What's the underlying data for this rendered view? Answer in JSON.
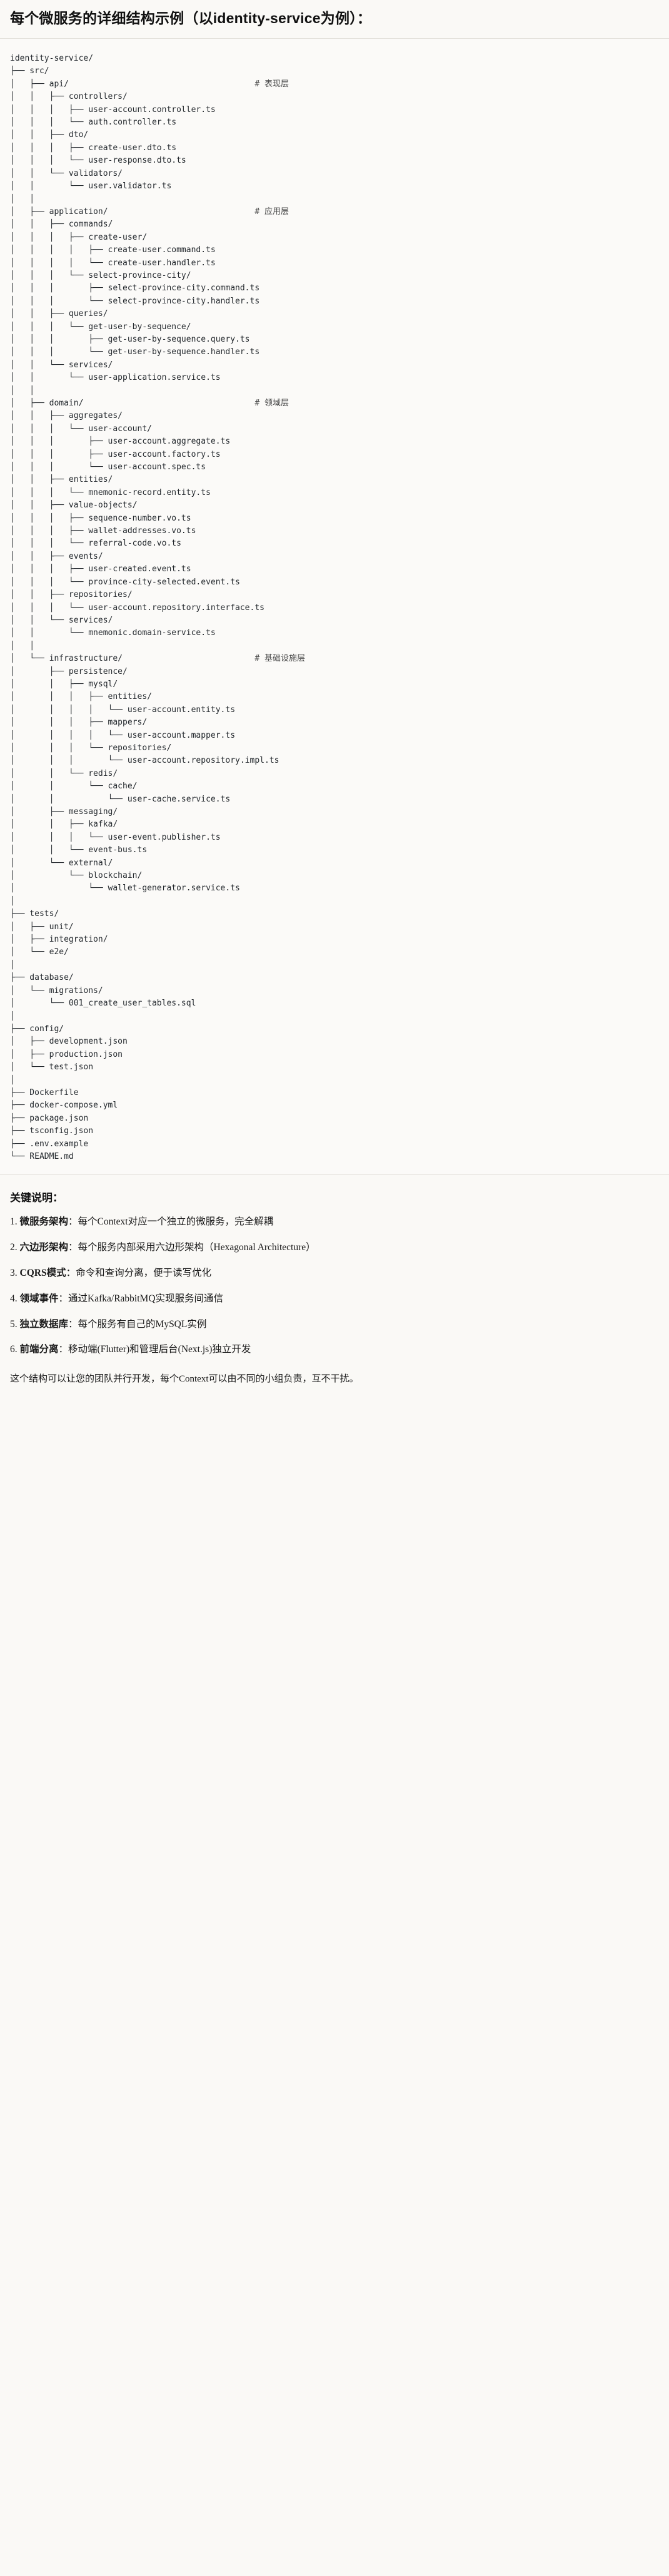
{
  "heading": "每个微服务的详细结构示例（以identity-service为例）：",
  "tree": {
    "root": "identity-service/",
    "comments": {
      "api": "# 表现层",
      "application": "# 应用层",
      "domain": "# 领域层",
      "infrastructure": "# 基础设施层"
    },
    "lines": [
      {
        "prefix": "",
        "name": "identity-service/",
        "comment": ""
      },
      {
        "prefix": "├── ",
        "name": "src/",
        "comment": ""
      },
      {
        "prefix": "│   ├── ",
        "name": "api/",
        "comment": "# 表现层"
      },
      {
        "prefix": "│   │   ├── ",
        "name": "controllers/",
        "comment": ""
      },
      {
        "prefix": "│   │   │   ├── ",
        "name": "user-account.controller.ts",
        "comment": ""
      },
      {
        "prefix": "│   │   │   └── ",
        "name": "auth.controller.ts",
        "comment": ""
      },
      {
        "prefix": "│   │   ├── ",
        "name": "dto/",
        "comment": ""
      },
      {
        "prefix": "│   │   │   ├── ",
        "name": "create-user.dto.ts",
        "comment": ""
      },
      {
        "prefix": "│   │   │   └── ",
        "name": "user-response.dto.ts",
        "comment": ""
      },
      {
        "prefix": "│   │   └── ",
        "name": "validators/",
        "comment": ""
      },
      {
        "prefix": "│   │       └── ",
        "name": "user.validator.ts",
        "comment": ""
      },
      {
        "prefix": "│   │",
        "name": "",
        "comment": ""
      },
      {
        "prefix": "│   ├── ",
        "name": "application/",
        "comment": "# 应用层"
      },
      {
        "prefix": "│   │   ├── ",
        "name": "commands/",
        "comment": ""
      },
      {
        "prefix": "│   │   │   ├── ",
        "name": "create-user/",
        "comment": ""
      },
      {
        "prefix": "│   │   │   │   ├── ",
        "name": "create-user.command.ts",
        "comment": ""
      },
      {
        "prefix": "│   │   │   │   └── ",
        "name": "create-user.handler.ts",
        "comment": ""
      },
      {
        "prefix": "│   │   │   └── ",
        "name": "select-province-city/",
        "comment": ""
      },
      {
        "prefix": "│   │   │       ├── ",
        "name": "select-province-city.command.ts",
        "comment": ""
      },
      {
        "prefix": "│   │   │       └── ",
        "name": "select-province-city.handler.ts",
        "comment": ""
      },
      {
        "prefix": "│   │   ├── ",
        "name": "queries/",
        "comment": ""
      },
      {
        "prefix": "│   │   │   └── ",
        "name": "get-user-by-sequence/",
        "comment": ""
      },
      {
        "prefix": "│   │   │       ├── ",
        "name": "get-user-by-sequence.query.ts",
        "comment": ""
      },
      {
        "prefix": "│   │   │       └── ",
        "name": "get-user-by-sequence.handler.ts",
        "comment": ""
      },
      {
        "prefix": "│   │   └── ",
        "name": "services/",
        "comment": ""
      },
      {
        "prefix": "│   │       └── ",
        "name": "user-application.service.ts",
        "comment": ""
      },
      {
        "prefix": "│   │",
        "name": "",
        "comment": ""
      },
      {
        "prefix": "│   ├── ",
        "name": "domain/",
        "comment": "# 领域层"
      },
      {
        "prefix": "│   │   ├── ",
        "name": "aggregates/",
        "comment": ""
      },
      {
        "prefix": "│   │   │   └── ",
        "name": "user-account/",
        "comment": ""
      },
      {
        "prefix": "│   │   │       ├── ",
        "name": "user-account.aggregate.ts",
        "comment": ""
      },
      {
        "prefix": "│   │   │       ├── ",
        "name": "user-account.factory.ts",
        "comment": ""
      },
      {
        "prefix": "│   │   │       └── ",
        "name": "user-account.spec.ts",
        "comment": ""
      },
      {
        "prefix": "│   │   ├── ",
        "name": "entities/",
        "comment": ""
      },
      {
        "prefix": "│   │   │   └── ",
        "name": "mnemonic-record.entity.ts",
        "comment": ""
      },
      {
        "prefix": "│   │   ├── ",
        "name": "value-objects/",
        "comment": ""
      },
      {
        "prefix": "│   │   │   ├── ",
        "name": "sequence-number.vo.ts",
        "comment": ""
      },
      {
        "prefix": "│   │   │   ├── ",
        "name": "wallet-addresses.vo.ts",
        "comment": ""
      },
      {
        "prefix": "│   │   │   └── ",
        "name": "referral-code.vo.ts",
        "comment": ""
      },
      {
        "prefix": "│   │   ├── ",
        "name": "events/",
        "comment": ""
      },
      {
        "prefix": "│   │   │   ├── ",
        "name": "user-created.event.ts",
        "comment": ""
      },
      {
        "prefix": "│   │   │   └── ",
        "name": "province-city-selected.event.ts",
        "comment": ""
      },
      {
        "prefix": "│   │   ├── ",
        "name": "repositories/",
        "comment": ""
      },
      {
        "prefix": "│   │   │   └── ",
        "name": "user-account.repository.interface.ts",
        "comment": ""
      },
      {
        "prefix": "│   │   └── ",
        "name": "services/",
        "comment": ""
      },
      {
        "prefix": "│   │       └── ",
        "name": "mnemonic.domain-service.ts",
        "comment": ""
      },
      {
        "prefix": "│   │",
        "name": "",
        "comment": ""
      },
      {
        "prefix": "│   └── ",
        "name": "infrastructure/",
        "comment": "# 基础设施层"
      },
      {
        "prefix": "│       ├── ",
        "name": "persistence/",
        "comment": ""
      },
      {
        "prefix": "│       │   ├── ",
        "name": "mysql/",
        "comment": ""
      },
      {
        "prefix": "│       │   │   ├── ",
        "name": "entities/",
        "comment": ""
      },
      {
        "prefix": "│       │   │   │   └── ",
        "name": "user-account.entity.ts",
        "comment": ""
      },
      {
        "prefix": "│       │   │   ├── ",
        "name": "mappers/",
        "comment": ""
      },
      {
        "prefix": "│       │   │   │   └── ",
        "name": "user-account.mapper.ts",
        "comment": ""
      },
      {
        "prefix": "│       │   │   └── ",
        "name": "repositories/",
        "comment": ""
      },
      {
        "prefix": "│       │   │       └── ",
        "name": "user-account.repository.impl.ts",
        "comment": ""
      },
      {
        "prefix": "│       │   └── ",
        "name": "redis/",
        "comment": ""
      },
      {
        "prefix": "│       │       └── ",
        "name": "cache/",
        "comment": ""
      },
      {
        "prefix": "│       │           └── ",
        "name": "user-cache.service.ts",
        "comment": ""
      },
      {
        "prefix": "│       ├── ",
        "name": "messaging/",
        "comment": ""
      },
      {
        "prefix": "│       │   ├── ",
        "name": "kafka/",
        "comment": ""
      },
      {
        "prefix": "│       │   │   └── ",
        "name": "user-event.publisher.ts",
        "comment": ""
      },
      {
        "prefix": "│       │   └── ",
        "name": "event-bus.ts",
        "comment": ""
      },
      {
        "prefix": "│       └── ",
        "name": "external/",
        "comment": ""
      },
      {
        "prefix": "│           └── ",
        "name": "blockchain/",
        "comment": ""
      },
      {
        "prefix": "│               └── ",
        "name": "wallet-generator.service.ts",
        "comment": ""
      },
      {
        "prefix": "│",
        "name": "",
        "comment": ""
      },
      {
        "prefix": "├── ",
        "name": "tests/",
        "comment": ""
      },
      {
        "prefix": "│   ├── ",
        "name": "unit/",
        "comment": ""
      },
      {
        "prefix": "│   ├── ",
        "name": "integration/",
        "comment": ""
      },
      {
        "prefix": "│   └── ",
        "name": "e2e/",
        "comment": ""
      },
      {
        "prefix": "│",
        "name": "",
        "comment": ""
      },
      {
        "prefix": "├── ",
        "name": "database/",
        "comment": ""
      },
      {
        "prefix": "│   └── ",
        "name": "migrations/",
        "comment": ""
      },
      {
        "prefix": "│       └── ",
        "name": "001_create_user_tables.sql",
        "comment": ""
      },
      {
        "prefix": "│",
        "name": "",
        "comment": ""
      },
      {
        "prefix": "├── ",
        "name": "config/",
        "comment": ""
      },
      {
        "prefix": "│   ├── ",
        "name": "development.json",
        "comment": ""
      },
      {
        "prefix": "│   ├── ",
        "name": "production.json",
        "comment": ""
      },
      {
        "prefix": "│   └── ",
        "name": "test.json",
        "comment": ""
      },
      {
        "prefix": "│",
        "name": "",
        "comment": ""
      },
      {
        "prefix": "├── ",
        "name": "Dockerfile",
        "comment": ""
      },
      {
        "prefix": "├── ",
        "name": "docker-compose.yml",
        "comment": ""
      },
      {
        "prefix": "├── ",
        "name": "package.json",
        "comment": ""
      },
      {
        "prefix": "├── ",
        "name": "tsconfig.json",
        "comment": ""
      },
      {
        "prefix": "├── ",
        "name": ".env.example",
        "comment": ""
      },
      {
        "prefix": "└── ",
        "name": "README.md",
        "comment": ""
      }
    ]
  },
  "keys": {
    "title": "关键说明：",
    "items": [
      {
        "num": "1.",
        "term": "微服务架构",
        "sep": "：",
        "desc": "每个Context对应一个独立的微服务，完全解耦"
      },
      {
        "num": "2.",
        "term": "六边形架构",
        "sep": "：",
        "desc": "每个服务内部采用六边形架构（Hexagonal Architecture）"
      },
      {
        "num": "3.",
        "term": "CQRS模式",
        "sep": "：",
        "desc": "命令和查询分离，便于读写优化"
      },
      {
        "num": "4.",
        "term": "领域事件",
        "sep": "：",
        "desc": "通过Kafka/RabbitMQ实现服务间通信"
      },
      {
        "num": "5.",
        "term": "独立数据库",
        "sep": "：",
        "desc": "每个服务有自己的MySQL实例"
      },
      {
        "num": "6.",
        "term": "前端分离",
        "sep": "：",
        "desc": "移动端(Flutter)和管理后台(Next.js)独立开发"
      }
    ],
    "closing": "这个结构可以让您的团队并行开发，每个Context可以由不同的小组负责，互不干扰。"
  }
}
